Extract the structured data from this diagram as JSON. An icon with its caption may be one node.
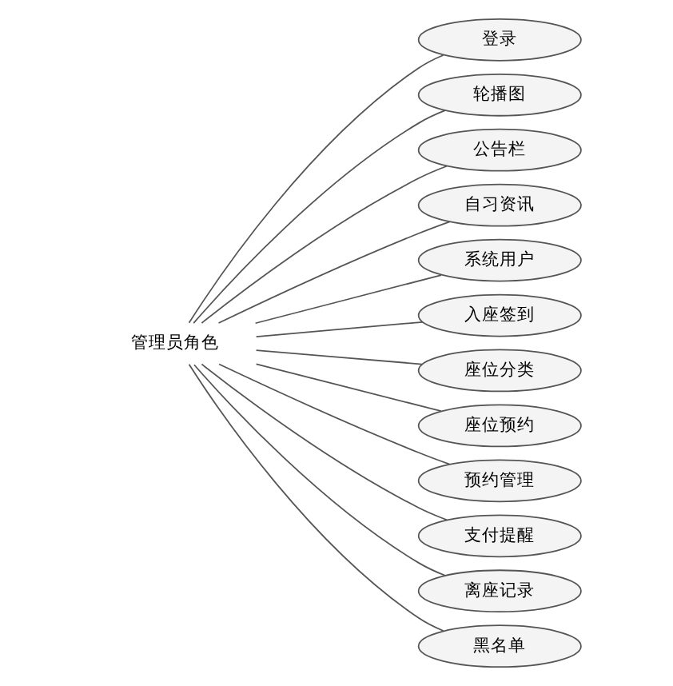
{
  "diagram": {
    "nodes": [
      {
        "text": [
          "管理员角色"
        ]
      },
      {
        "text": [
          "登录"
        ]
      },
      {
        "text": [
          "轮播图"
        ]
      },
      {
        "text": [
          "公告栏"
        ]
      },
      {
        "text": [
          "自习资讯"
        ]
      },
      {
        "text": [
          "系统用户"
        ]
      },
      {
        "text": [
          "入座签到"
        ]
      },
      {
        "text": [
          "座位分类"
        ]
      },
      {
        "text": [
          "座位预约"
        ]
      },
      {
        "text": [
          "预约管理"
        ]
      },
      {
        "text": [
          "支付提醒"
        ]
      },
      {
        "text": [
          "离座记录"
        ]
      },
      {
        "text": [
          "黑名单"
        ]
      }
    ],
    "edges": [
      {
        "from": 0,
        "to": 1,
        "arrow": "none"
      },
      {
        "from": 0,
        "to": 2,
        "arrow": "none"
      },
      {
        "from": 0,
        "to": 3,
        "arrow": "none"
      },
      {
        "from": 0,
        "to": 4,
        "arrow": "none"
      },
      {
        "from": 0,
        "to": 5,
        "arrow": "none"
      },
      {
        "from": 0,
        "to": 6,
        "arrow": "none"
      },
      {
        "from": 0,
        "to": 7,
        "arrow": "none"
      },
      {
        "from": 0,
        "to": 8,
        "arrow": "none"
      },
      {
        "from": 0,
        "to": 9,
        "arrow": "none"
      },
      {
        "from": 0,
        "to": 10,
        "arrow": "none"
      },
      {
        "from": 0,
        "to": 11,
        "arrow": "none"
      },
      {
        "from": 0,
        "to": 12,
        "arrow": "none"
      }
    ]
  }
}
